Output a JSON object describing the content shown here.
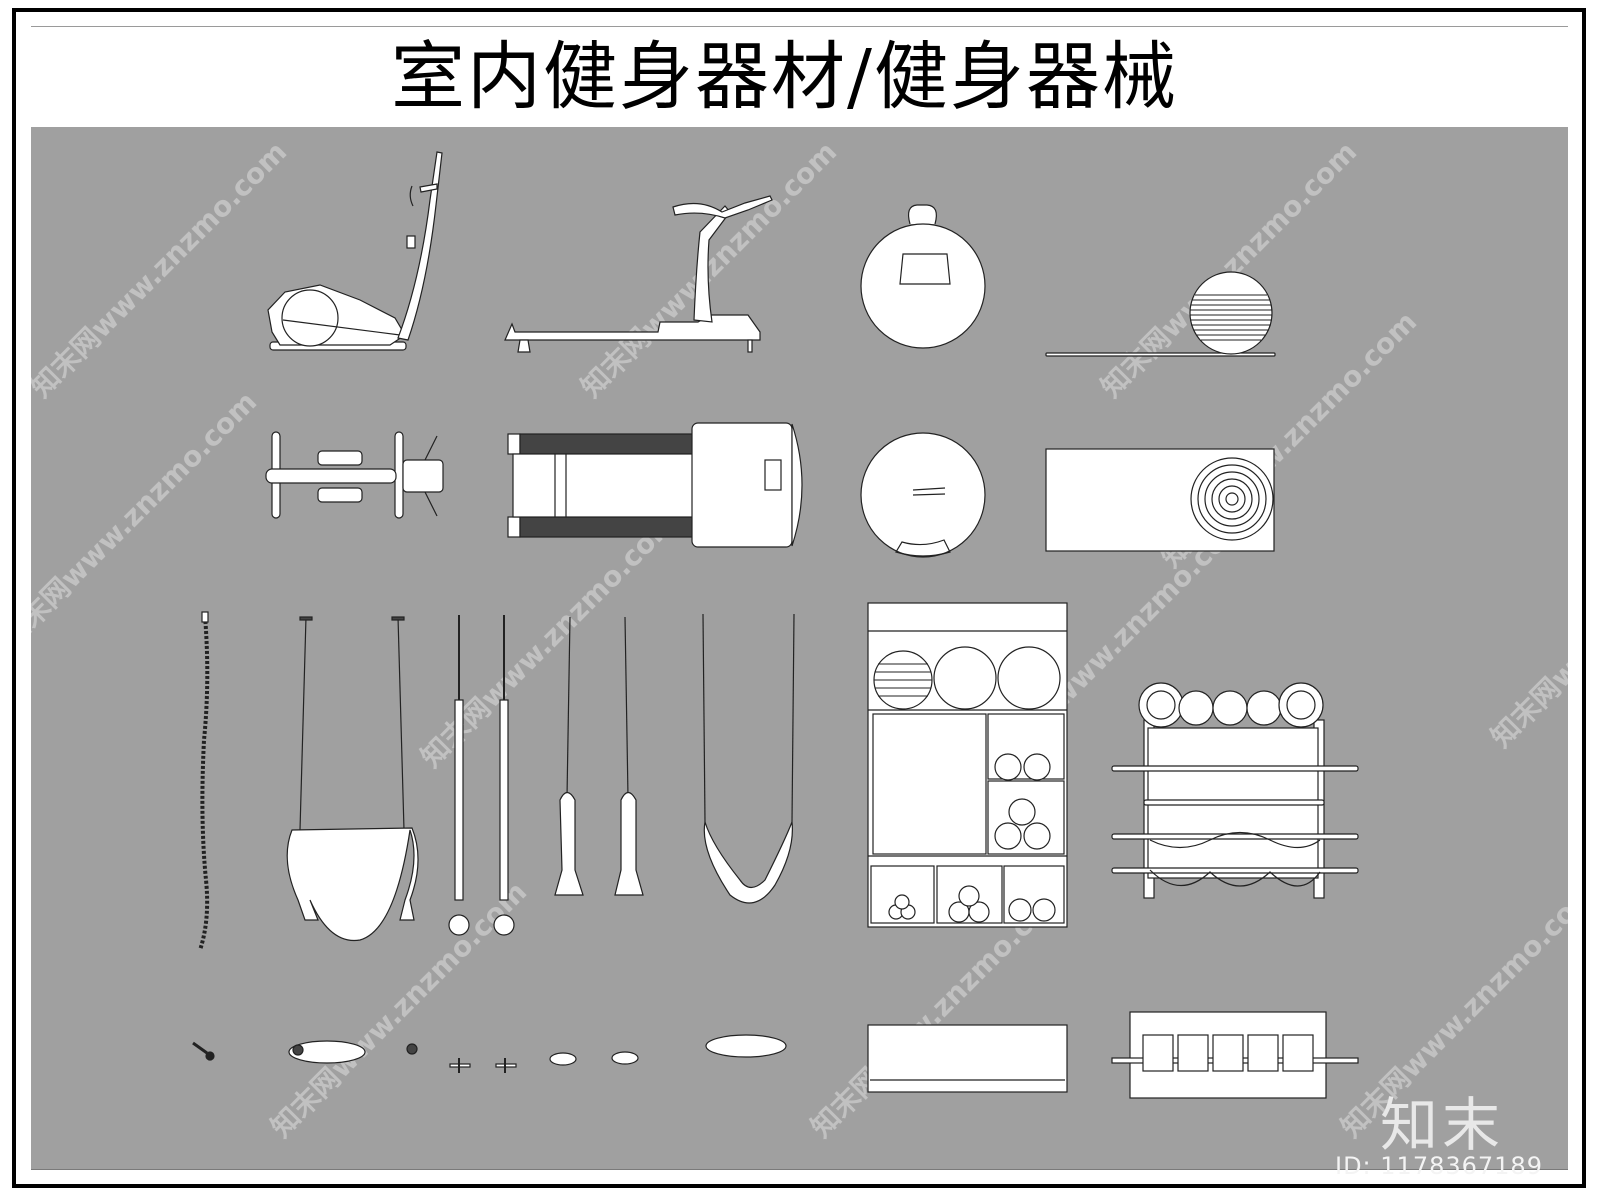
{
  "title": "室内健身器材/健身器械",
  "branding": {
    "logo_text": "知末",
    "id_text": "ID: 1178367189"
  },
  "watermark": {
    "text": "知末网www.znzmo.com",
    "short_text": "www.znzmo.com"
  },
  "colors": {
    "frame_border": "#000000",
    "canvas_bg": "#a0a0a0",
    "drawing_fill": "#ffffff",
    "drawing_stroke": "#222222",
    "watermark": "#c8c8c8"
  },
  "drawing_groups": [
    {
      "name": "elliptical-trainer",
      "views": [
        "side",
        "top"
      ]
    },
    {
      "name": "treadmill",
      "views": [
        "side",
        "top"
      ]
    },
    {
      "name": "hopper-ball",
      "views": [
        "front",
        "top"
      ]
    },
    {
      "name": "fitness-ball-with-mat",
      "views": [
        "side",
        "top"
      ]
    },
    {
      "name": "climbing-rope",
      "views": [
        "elevation",
        "plan"
      ]
    },
    {
      "name": "aerial-yoga-hammock",
      "views": [
        "elevation",
        "plan"
      ]
    },
    {
      "name": "gymnastic-rings",
      "views": [
        "elevation",
        "plan"
      ]
    },
    {
      "name": "aerial-yoga-straps",
      "views": [
        "elevation",
        "plan"
      ]
    },
    {
      "name": "aerial-swing",
      "views": [
        "elevation",
        "plan"
      ]
    },
    {
      "name": "storage-cabinet",
      "views": [
        "front",
        "top"
      ]
    },
    {
      "name": "barbell-plate-rack",
      "views": [
        "front",
        "top"
      ]
    }
  ]
}
